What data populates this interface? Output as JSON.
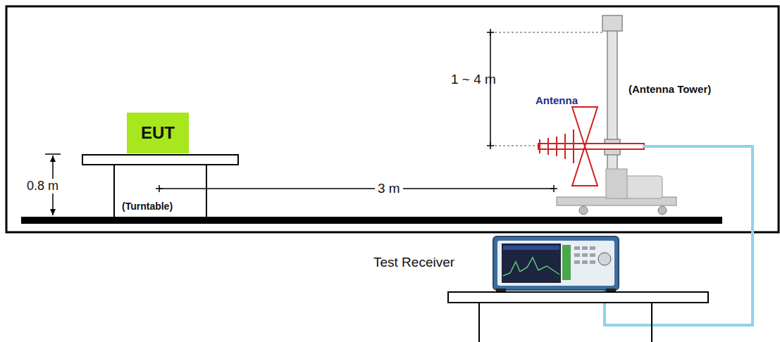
{
  "diagram": {
    "nodes": [
      {
        "text": [
          "EUT"
        ]
      }
    ],
    "labels": [
      "1 ~ 4 m",
      "Antenna",
      "(Antenna Tower)",
      "0.8 m",
      "3 m",
      "(Turntable)",
      "Test Receiver"
    ]
  }
}
